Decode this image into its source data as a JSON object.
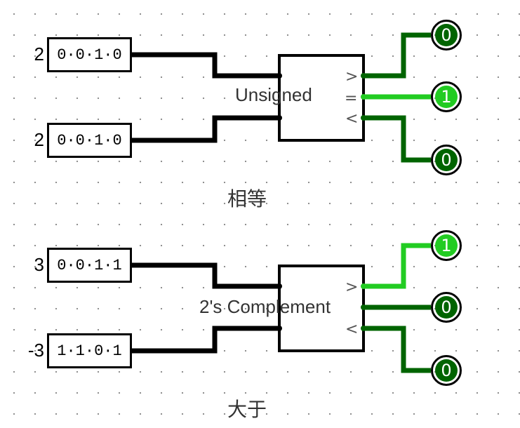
{
  "colors": {
    "wire_unknown": "#000000",
    "wire_low": "#006400",
    "wire_high": "#22cc22",
    "led_low": "#006400",
    "led_high": "#22cc22"
  },
  "circuit1": {
    "input_a": {
      "value": "2",
      "bits": "0·0·1·0"
    },
    "input_b": {
      "value": "2",
      "bits": "0·0·1·0"
    },
    "comparator_label": "Unsigned",
    "ports": {
      "gt": ">",
      "eq": "=",
      "lt": "<"
    },
    "outputs": {
      "gt": "0",
      "eq": "1",
      "lt": "0"
    },
    "note": "相等"
  },
  "circuit2": {
    "input_a": {
      "value": "3",
      "bits": "0·0·1·1"
    },
    "input_b": {
      "value": "-3",
      "bits": "1·1·0·1"
    },
    "comparator_label": "2's Complement",
    "ports": {
      "gt": ">",
      "lt": "<"
    },
    "outputs": {
      "gt": "1",
      "eq": "0",
      "lt": "0"
    },
    "note": "大于"
  }
}
